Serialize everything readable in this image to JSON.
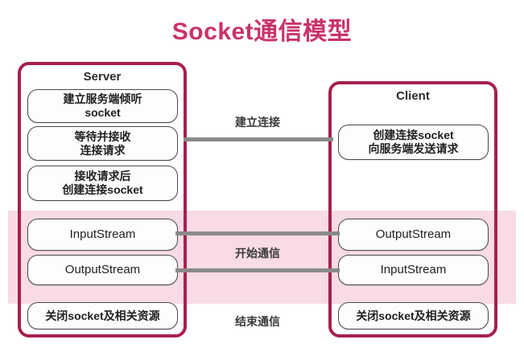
{
  "title": "Socket通信模型",
  "colors": {
    "title": "#c9336a",
    "party_border": "#a6214c",
    "band": "#f8dbe6",
    "connector": "#8a8a8a",
    "step_border": "#4a4a4a"
  },
  "server": {
    "title": "Server",
    "steps": [
      {
        "line1": "建立服务端倾听",
        "line2": "socket"
      },
      {
        "line1": "等待并接收",
        "line2": "连接请求"
      },
      {
        "line1": "接收请求后",
        "line2": "创建连接socket"
      },
      {
        "line1": "InputStream",
        "line2": ""
      },
      {
        "line1": "OutputStream",
        "line2": ""
      },
      {
        "line1": "关闭socket及相关资源",
        "line2": ""
      }
    ]
  },
  "client": {
    "title": "Client",
    "steps": [
      {
        "line1": "创建连接socket",
        "line2": "向服务端发送请求"
      },
      {
        "line1": "OutputStream",
        "line2": ""
      },
      {
        "line1": "InputStream",
        "line2": ""
      },
      {
        "line1": "关闭socket及相关资源",
        "line2": ""
      }
    ]
  },
  "phases": [
    {
      "label": "建立连接"
    },
    {
      "label": "开始通信"
    },
    {
      "label": "结束通信"
    }
  ]
}
